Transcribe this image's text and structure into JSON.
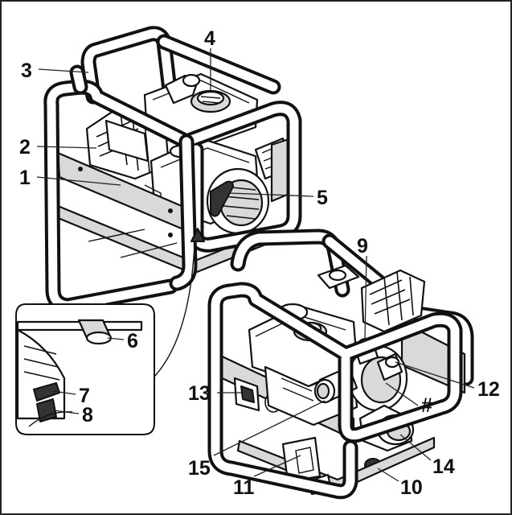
{
  "callouts": [
    {
      "id": "c1",
      "label": "1"
    },
    {
      "id": "c2",
      "label": "2"
    },
    {
      "id": "c3",
      "label": "3"
    },
    {
      "id": "c4",
      "label": "4"
    },
    {
      "id": "c5",
      "label": "5"
    },
    {
      "id": "c6",
      "label": "6"
    },
    {
      "id": "c7",
      "label": "7"
    },
    {
      "id": "c8",
      "label": "8"
    },
    {
      "id": "c9",
      "label": "9"
    },
    {
      "id": "c10",
      "label": "10"
    },
    {
      "id": "c11",
      "label": "11"
    },
    {
      "id": "c12",
      "label": "12"
    },
    {
      "id": "c13",
      "label": "13"
    },
    {
      "id": "c14",
      "label": "14"
    },
    {
      "id": "c15",
      "label": "15"
    },
    {
      "id": "c16",
      "label": "#"
    }
  ]
}
